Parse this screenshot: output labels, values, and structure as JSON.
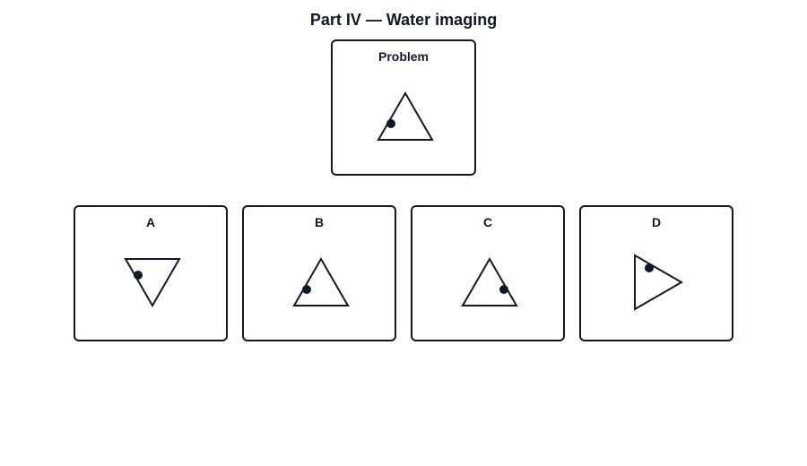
{
  "title": "Part IV — Water imaging",
  "colors": {
    "ink": "#111827",
    "background": "#ffffff"
  },
  "problem": {
    "label": "Problem",
    "figure": "triangle pointing up, dot on left edge"
  },
  "options": [
    {
      "label": "A",
      "figure": "triangle pointing down, dot on left edge"
    },
    {
      "label": "B",
      "figure": "triangle pointing up, dot on left edge near base"
    },
    {
      "label": "C",
      "figure": "triangle pointing up, dot on right edge near base"
    },
    {
      "label": "D",
      "figure": "triangle pointing right, dot on upper edge"
    }
  ]
}
